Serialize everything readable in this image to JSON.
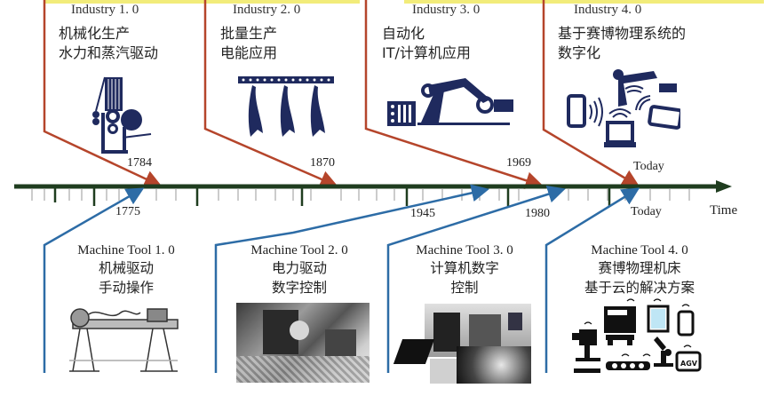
{
  "colors": {
    "top_band": "#f2ec7a",
    "industry_bracket": "#b5452b",
    "machine_bracket": "#2d6ca6",
    "timeline": "#1f3d1f",
    "icon_navy": "#1f2a5e"
  },
  "industry": [
    {
      "title": "Industry 1. 0",
      "line1": "机械化生产",
      "line2": "水力和蒸汽驱动",
      "year": "1784",
      "icon": "loom-icon"
    },
    {
      "title": "Industry 2. 0",
      "line1": "批量生产",
      "line2": "电能应用",
      "year": "1870",
      "icon": "conveyor-icon"
    },
    {
      "title": "Industry 3. 0",
      "line1": "自动化",
      "line2": "IT/计算机应用",
      "year": "1969",
      "icon": "robot-arm-icon"
    },
    {
      "title": "Industry 4. 0",
      "line1": "基于赛博物理系统的",
      "line2": "数字化",
      "year": "Today",
      "icon": "connected-devices-icon"
    }
  ],
  "machine_tool": [
    {
      "title": "Machine Tool 1. 0",
      "line1": "机械驱动",
      "line2": "手动操作",
      "year": "1775",
      "image": "lathe-engraving"
    },
    {
      "title": "Machine Tool 2. 0",
      "line1": "电力驱动",
      "line2": "数字控制",
      "year": "1945",
      "image": "nc-machine-photo"
    },
    {
      "title": "Machine Tool 3. 0",
      "line1": "计算机数字",
      "line2": "控制",
      "year": "1980",
      "image": "cnc-machine-photo"
    },
    {
      "title": "Machine Tool 4. 0",
      "line1": "赛博物理机床",
      "line2": "基于云的解决方案",
      "year": "Today",
      "image": "iot-devices-icons"
    }
  ],
  "timeline": {
    "axis_label": "Time"
  },
  "iot_labels": {
    "agv": "AGV"
  }
}
